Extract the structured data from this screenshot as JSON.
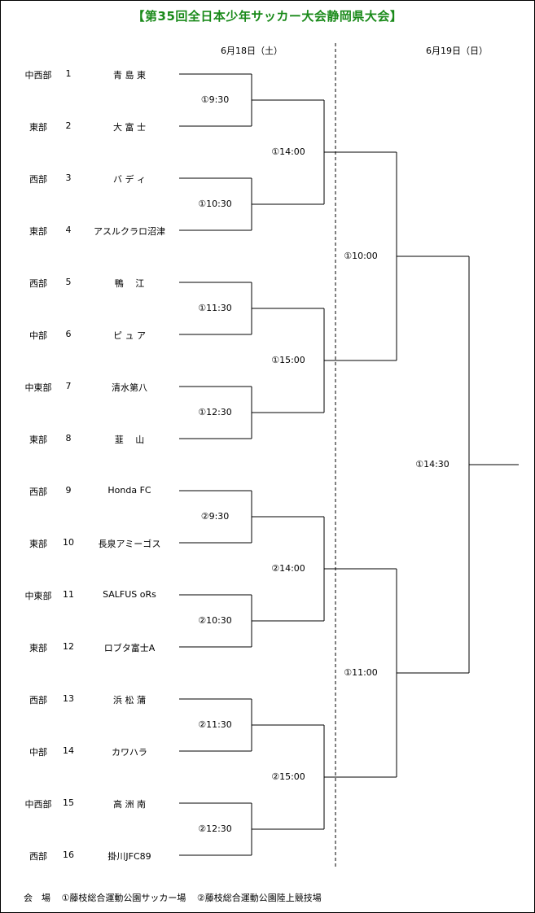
{
  "title": "【第35回全日本少年サッカー大会静岡県大会】",
  "dates": {
    "day1": "6月18日（土）",
    "day2": "6月19日（日）"
  },
  "teams": [
    {
      "region": "中西部",
      "seed": "1",
      "name": "青 島 東"
    },
    {
      "region": "東部",
      "seed": "2",
      "name": "大 富 士"
    },
    {
      "region": "西部",
      "seed": "3",
      "name": "バ デ ィ"
    },
    {
      "region": "東部",
      "seed": "4",
      "name": "アスルクラロ沼津"
    },
    {
      "region": "西部",
      "seed": "5",
      "name": "鴨　 江"
    },
    {
      "region": "中部",
      "seed": "6",
      "name": "ピ ュ ア"
    },
    {
      "region": "中東部",
      "seed": "7",
      "name": "清水第八"
    },
    {
      "region": "東部",
      "seed": "8",
      "name": "韮　 山"
    },
    {
      "region": "西部",
      "seed": "9",
      "name": "Honda FC"
    },
    {
      "region": "東部",
      "seed": "10",
      "name": "長泉アミーゴス"
    },
    {
      "region": "中東部",
      "seed": "11",
      "name": "SALFUS oRs"
    },
    {
      "region": "東部",
      "seed": "12",
      "name": "ロブタ富士A"
    },
    {
      "region": "西部",
      "seed": "13",
      "name": "浜 松 蒲"
    },
    {
      "region": "中部",
      "seed": "14",
      "name": "カワハラ"
    },
    {
      "region": "中西部",
      "seed": "15",
      "name": "高 洲 南"
    },
    {
      "region": "西部",
      "seed": "16",
      "name": "掛川JFC89"
    }
  ],
  "round1_times": [
    "①9:30",
    "①10:30",
    "①11:30",
    "①12:30",
    "②9:30",
    "②10:30",
    "②11:30",
    "②12:30"
  ],
  "round2_times": [
    "①14:00",
    "①15:00",
    "②14:00",
    "②15:00"
  ],
  "semifinal_times": [
    "①10:00",
    "①11:00"
  ],
  "final_time": "①14:30",
  "venue": {
    "label": "会　場",
    "venue1": "①藤枝総合運動公園サッカー場",
    "venue2": "②藤枝総合運動公園陸上競技場"
  }
}
